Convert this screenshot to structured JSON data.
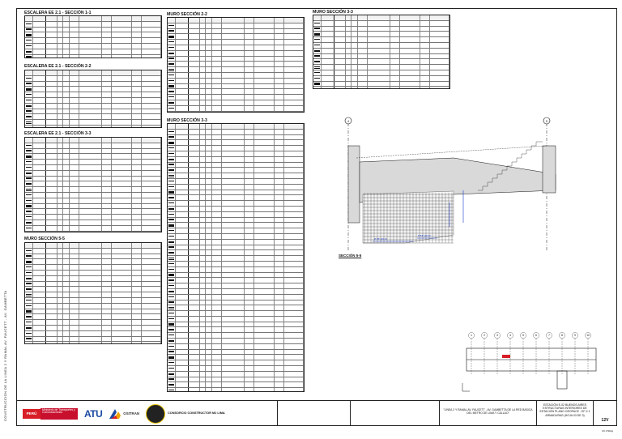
{
  "sidebar_text": "CONSTRUCCION DE LA LINEA 2 Y RAMAL AV. FAUCETT - AV. GAMBETTA",
  "tables": [
    {
      "id": "t1",
      "title": "ESCALERA EE 2.1 - SECCIÓN 1-1",
      "rows": 9
    },
    {
      "id": "t2",
      "title": "ESCALERA EE 2.1 - SECCIÓN 2-2",
      "rows": 13
    },
    {
      "id": "t3",
      "title": "ESCALERA EE 2.1 - SECCIÓN 3-3",
      "rows": 21
    },
    {
      "id": "t4",
      "title": "MURO SECCIÓN 5-5",
      "rows": 22
    },
    {
      "id": "t5",
      "title": "MURO SECCIÓN 2-2",
      "rows": 21
    },
    {
      "id": "t6",
      "title": "MURO SECCIÓN 3-3",
      "rows": 59
    },
    {
      "id": "t7",
      "title": "MURO SECCIÓN 3-3",
      "rows": 16
    }
  ],
  "drawing": {
    "section_label": "SECCIÓN 5-5",
    "grid_left": "4",
    "grid_right": "5"
  },
  "plan": {
    "grid_labels": [
      "1",
      "2",
      "3",
      "4",
      "5",
      "6",
      "7",
      "8",
      "9",
      "10"
    ]
  },
  "titleblock": {
    "peru": "PERÚ",
    "mtc": "Ministerio de Transportes y Comunicaciones",
    "atu": "ATU",
    "ositran": "OSITRAN",
    "consortium": "CONSORCIO CONSTRUCTOR M2 LIMA",
    "project": "\"LÍNEA 2 Y RAMAL AV. FAUCETT - AV. GAMBETTA DE LA RED BÁSICA DEL METRO DE LIMA Y CALLAO\"",
    "title": "ESTACIÓN E-02 BUENOS AIRES ESTRUCTURAS INTERIORES DE ESTACIÓN PLANO GEOPACE - EF-2.1 ARMADURAS (HOJA 03 DE 3)",
    "code": "12V",
    "rev": "03 1:50Ag"
  }
}
